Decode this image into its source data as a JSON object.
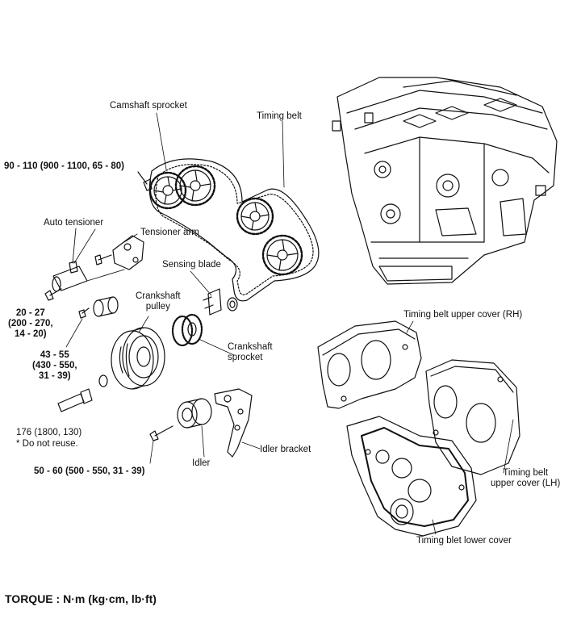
{
  "labels": {
    "camshaft_sprocket": "Camshaft sprocket",
    "timing_belt": "Timing belt",
    "torque_camshaft": "90 - 110 (900 - 1100, 65 - 80)",
    "auto_tensioner": "Auto tensioner",
    "tensioner_arm": "Tensioner arm",
    "sensing_blade": "Sensing blade",
    "torque_tensioner": "20 - 27\n(200 - 270,\n14 - 20)",
    "crankshaft_pulley": "Crankshaft\npulley",
    "torque_idler_pulley": "43 - 55\n(430 - 550,\n31 - 39)",
    "crankshaft_sprocket": "Crankshaft\nsprocket",
    "torque_crank_bolt": "176 (1800, 130)",
    "do_not_reuse": "* Do not reuse.",
    "torque_idler_bracket": "50 - 60 (500 - 550, 31 - 39)",
    "idler": "Idler",
    "idler_bracket": "Idler bracket",
    "upper_cover_rh": "Timing belt upper cover (RH)",
    "upper_cover_lh": "Timing belt\nupper cover (LH)",
    "lower_cover": "Timing blet lower cover",
    "torque_units": "TORQUE : N·m (kg·cm, lb·ft)"
  }
}
